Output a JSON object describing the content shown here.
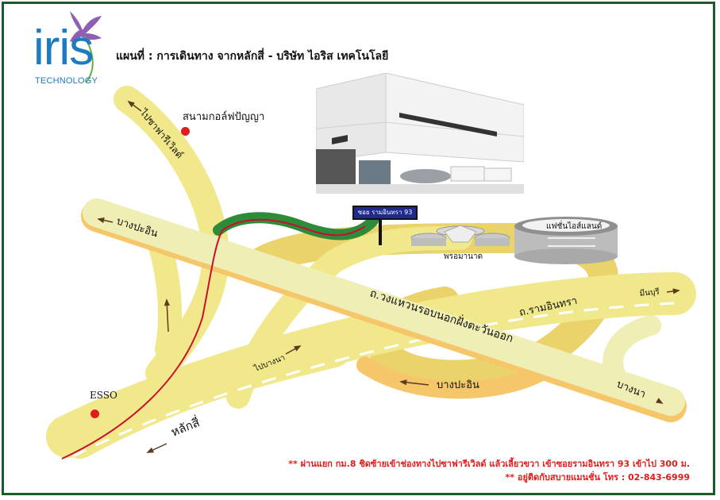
{
  "logo": {
    "brand": "iris",
    "subtitle": "TECHNOLOGY"
  },
  "title": "แผนที่ : การเดินทาง จากหลักสี่ - บริษัท ไอริส เทคโนโลยี",
  "landmarks": {
    "golf": "สนามกอล์ฟปัญญา",
    "esso": "ESSO",
    "phrom": "พรอมานาด",
    "fashion": "แฟชั่นไอส์แลนด์",
    "soi_sign": "ซอย รามอินทรา 93",
    "building_photo": "iris-building-photo"
  },
  "roads": {
    "safari": "ไปซาฟารีเวิลด์",
    "bangpain_top": "บางปะอิน",
    "ring_road": "ถ.วงแหวนรอบนอกฝั่งตะวันออก",
    "ramintra": "ถ.รามอินทรา",
    "minburi": "มีนบุรี",
    "bangpain_bottom": "บางปะอิน",
    "bangna": "บางนา",
    "to_bangna": "ไปบางนา",
    "laksi": "หลักสี่"
  },
  "notes": {
    "line1": "** ผ่านแยก กม.8 ชิดซ้ายเข้าช่องทางไปซาฟารีเวิลด์ แล้วเลี้ยวขวา เข้าซอยรามอินทรา 93 เข้าไป 300 ม.",
    "line2": "** อยู่ติดกับสบายแมนชั่น โทร : 02-843-6999"
  },
  "colors": {
    "frame": "#1d5a2a",
    "road": "#f0e88a",
    "road_light": "#efeeb5",
    "road_dark": "#e9d36a",
    "road_edge": "#f5c76a",
    "route": "#c8102e",
    "route_green": "#2e8b3a",
    "sign": "#1f2a8c",
    "note": "#e21b1b",
    "logo": "#1e7bc0"
  }
}
